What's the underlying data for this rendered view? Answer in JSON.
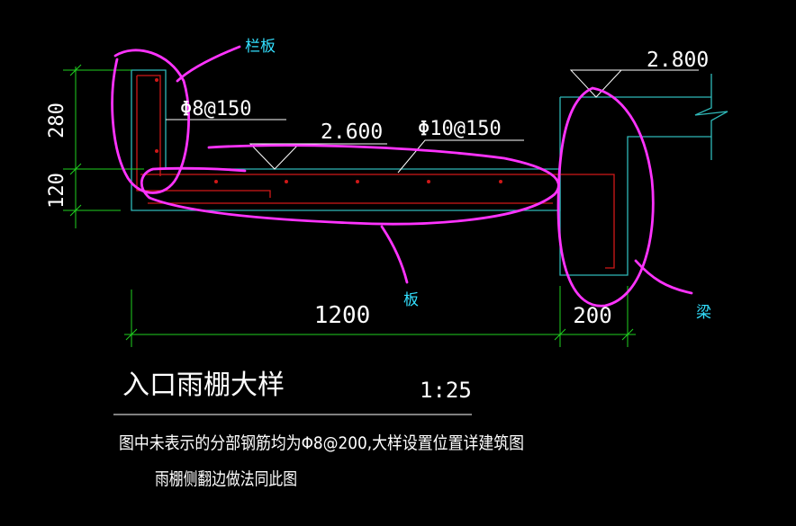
{
  "labels": {
    "railing_label": "栏板",
    "slab_label": "板",
    "beam_label": "梁"
  },
  "elevations": {
    "beam_top": "2.800",
    "slab_top": "2.600"
  },
  "rebar": {
    "railing_bar": "Φ8@150",
    "slab_bar": "Φ10@150"
  },
  "dimensions": {
    "railing_height": "280",
    "slab_thickness": "120",
    "canopy_length": "1200",
    "beam_width": "200"
  },
  "title": {
    "name": "入口雨棚大样",
    "scale": "1:25"
  },
  "notes": {
    "line1": "图中未表示的分部钢筋均为Φ8@200,大样设置位置详建筑图",
    "line2": "雨棚侧翻边做法同此图"
  },
  "colors": {
    "background": "#000000",
    "concrete_outline": "#2fb8b8",
    "rebar": "#d01818",
    "dimension": "#1fd01f",
    "text": "#ffffff",
    "annotation_pen": "#ff33ff",
    "label_cyan": "#33e0ff"
  }
}
